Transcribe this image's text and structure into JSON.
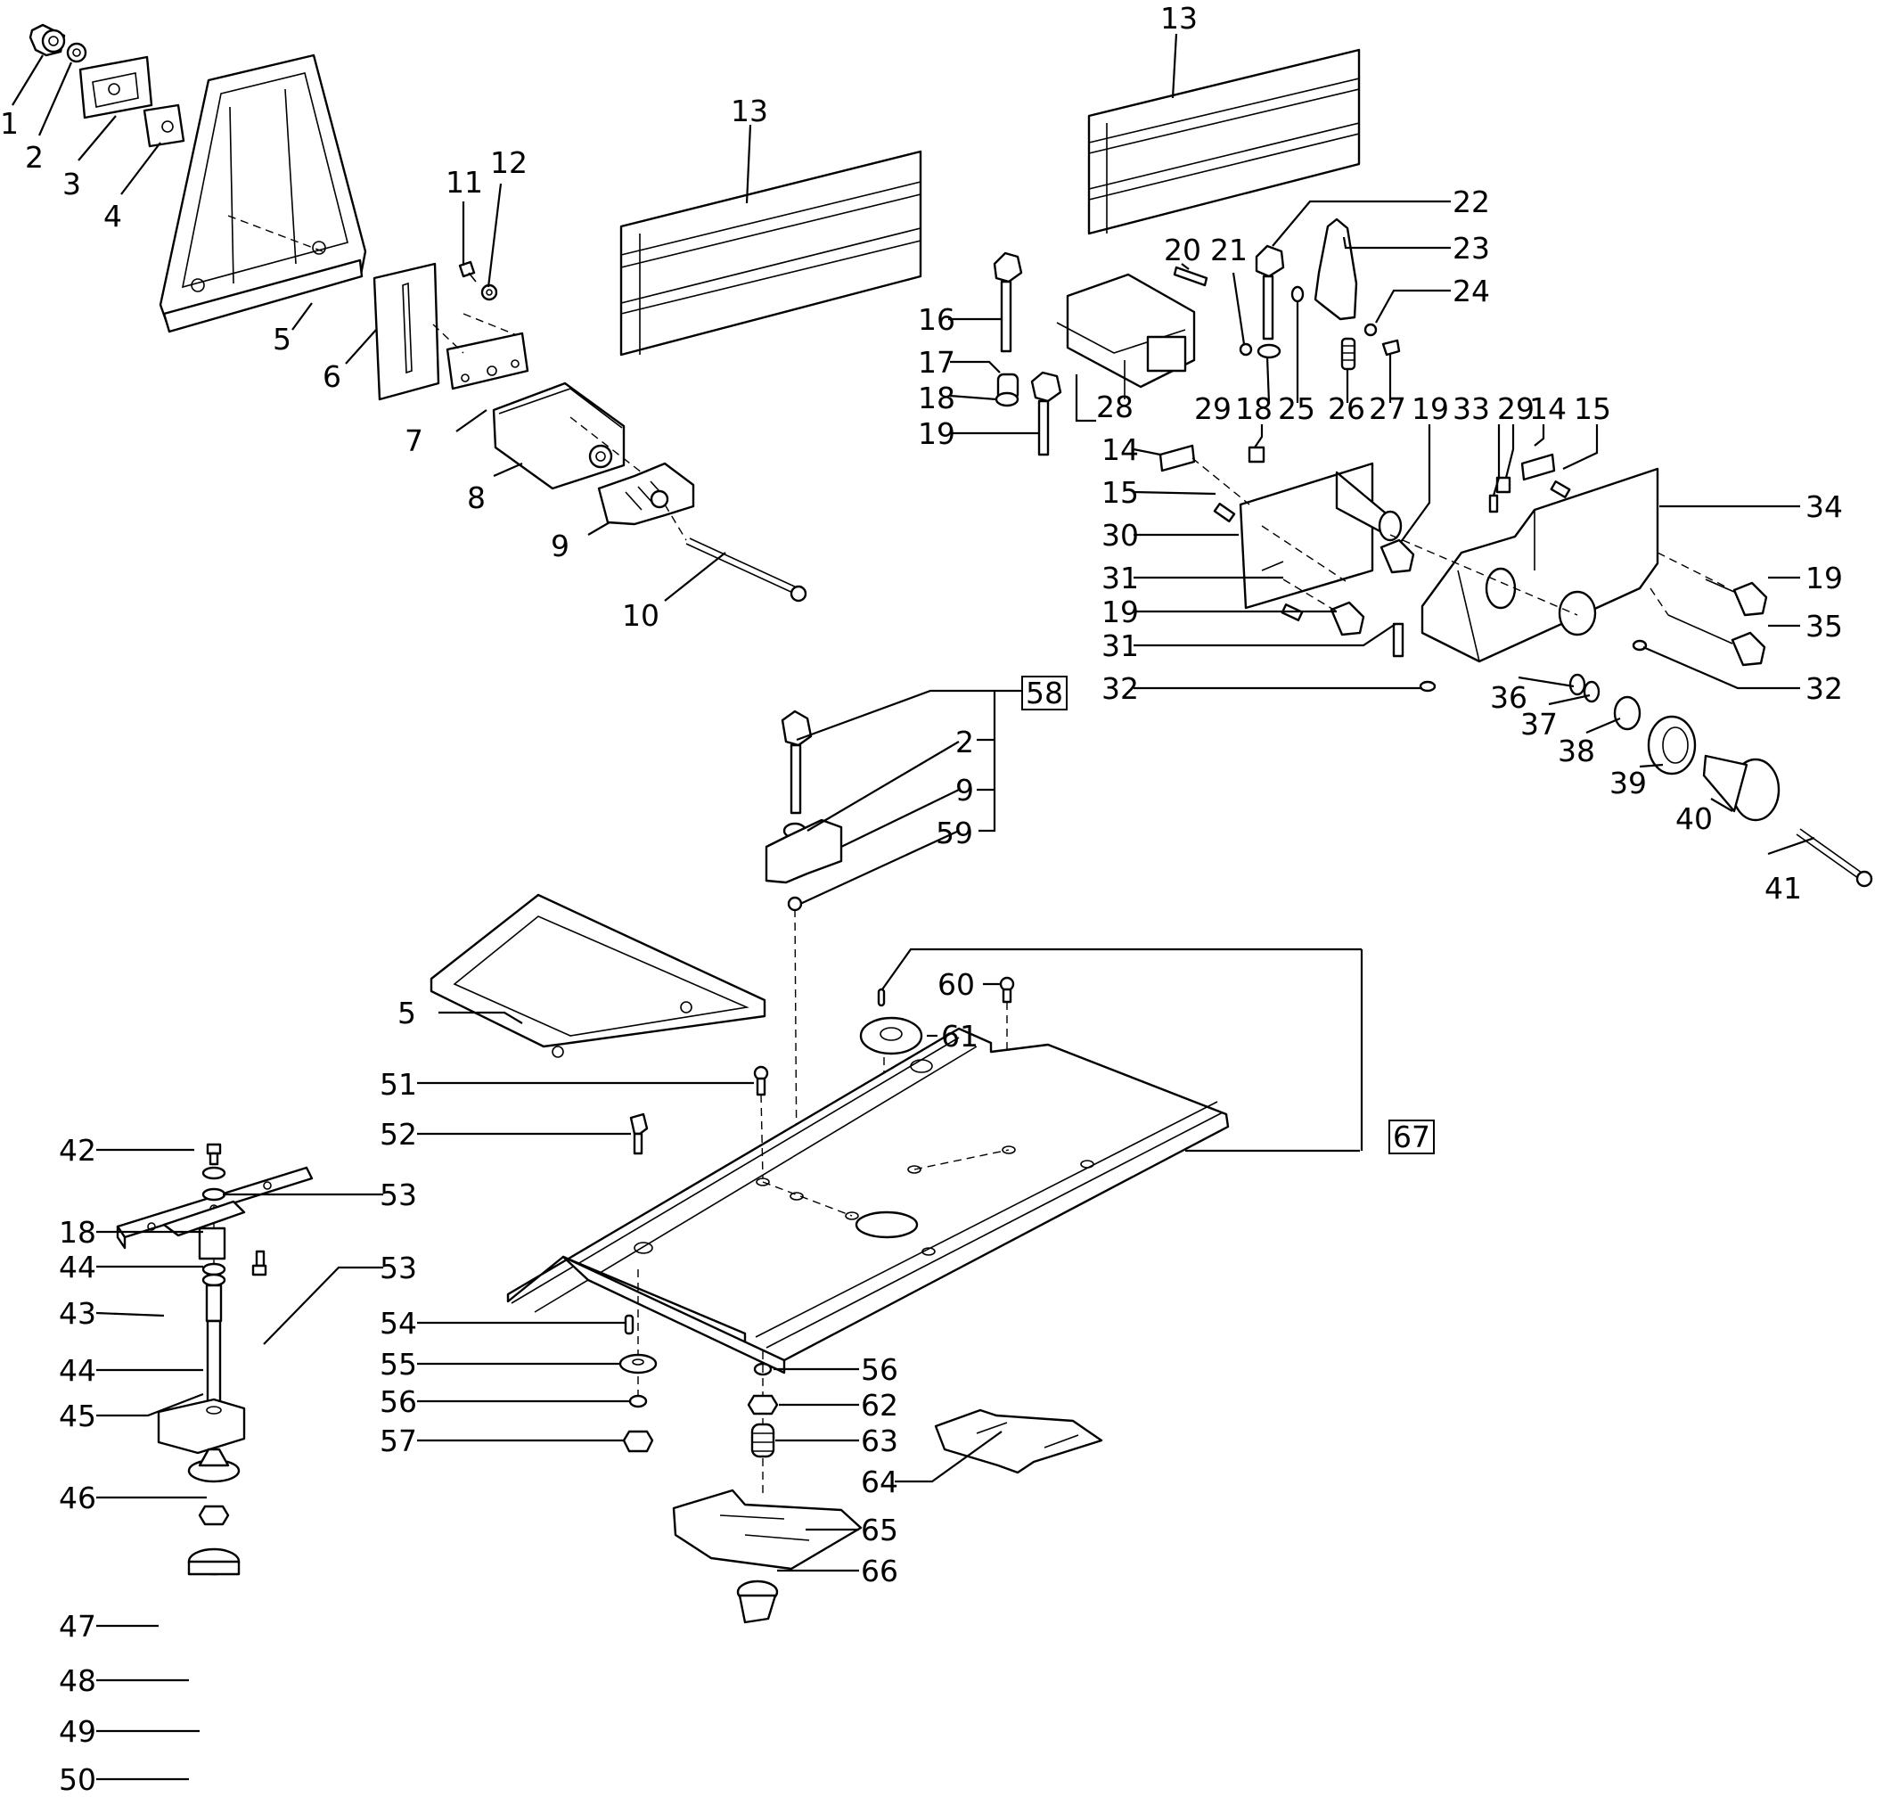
{
  "diagram": {
    "type": "exploded-parts-diagram",
    "subject": "router table / guide rail attachment assembly",
    "accent_color": "#000000",
    "background_color": "#ffffff",
    "labels": [
      {
        "id": "l1",
        "text": "1"
      },
      {
        "id": "l2",
        "text": "2"
      },
      {
        "id": "l3",
        "text": "3"
      },
      {
        "id": "l4",
        "text": "4"
      },
      {
        "id": "l5a",
        "text": "5"
      },
      {
        "id": "l6",
        "text": "6"
      },
      {
        "id": "l7",
        "text": "7"
      },
      {
        "id": "l8",
        "text": "8"
      },
      {
        "id": "l9a",
        "text": "9"
      },
      {
        "id": "l10",
        "text": "10"
      },
      {
        "id": "l11",
        "text": "11"
      },
      {
        "id": "l12",
        "text": "12"
      },
      {
        "id": "l13a",
        "text": "13"
      },
      {
        "id": "l13b",
        "text": "13"
      },
      {
        "id": "l16",
        "text": "16"
      },
      {
        "id": "l17",
        "text": "17"
      },
      {
        "id": "l18a",
        "text": "18"
      },
      {
        "id": "l19a",
        "text": "19"
      },
      {
        "id": "l20",
        "text": "20"
      },
      {
        "id": "l21",
        "text": "21"
      },
      {
        "id": "l22",
        "text": "22"
      },
      {
        "id": "l23",
        "text": "23"
      },
      {
        "id": "l24",
        "text": "24"
      },
      {
        "id": "l28",
        "text": "28"
      },
      {
        "id": "l29a",
        "text": "29"
      },
      {
        "id": "l18b",
        "text": "18"
      },
      {
        "id": "l25",
        "text": "25"
      },
      {
        "id": "l26",
        "text": "26"
      },
      {
        "id": "l27",
        "text": "27"
      },
      {
        "id": "l19b",
        "text": "19"
      },
      {
        "id": "l33",
        "text": "33"
      },
      {
        "id": "l29b",
        "text": "29"
      },
      {
        "id": "l14b",
        "text": "14"
      },
      {
        "id": "l15b",
        "text": "15"
      },
      {
        "id": "l14a",
        "text": "14"
      },
      {
        "id": "l15a",
        "text": "15"
      },
      {
        "id": "l30",
        "text": "30"
      },
      {
        "id": "l31a",
        "text": "31"
      },
      {
        "id": "l19c",
        "text": "19"
      },
      {
        "id": "l31b",
        "text": "31"
      },
      {
        "id": "l32a",
        "text": "32"
      },
      {
        "id": "l34",
        "text": "34"
      },
      {
        "id": "l19d",
        "text": "19"
      },
      {
        "id": "l35",
        "text": "35"
      },
      {
        "id": "l32b",
        "text": "32"
      },
      {
        "id": "l36",
        "text": "36"
      },
      {
        "id": "l37",
        "text": "37"
      },
      {
        "id": "l38",
        "text": "38"
      },
      {
        "id": "l39",
        "text": "39"
      },
      {
        "id": "l40",
        "text": "40"
      },
      {
        "id": "l41",
        "text": "41"
      },
      {
        "id": "l58",
        "text": "58"
      },
      {
        "id": "l2b",
        "text": "2"
      },
      {
        "id": "l9b",
        "text": "9"
      },
      {
        "id": "l59",
        "text": "59"
      },
      {
        "id": "l5b",
        "text": "5"
      },
      {
        "id": "l60",
        "text": "60"
      },
      {
        "id": "l61",
        "text": "61"
      },
      {
        "id": "l67",
        "text": "67"
      },
      {
        "id": "l51",
        "text": "51"
      },
      {
        "id": "l52",
        "text": "52"
      },
      {
        "id": "l42",
        "text": "42"
      },
      {
        "id": "l53a",
        "text": "53"
      },
      {
        "id": "l18c",
        "text": "18"
      },
      {
        "id": "l44a",
        "text": "44"
      },
      {
        "id": "l53b",
        "text": "53"
      },
      {
        "id": "l43",
        "text": "43"
      },
      {
        "id": "l44b",
        "text": "44"
      },
      {
        "id": "l45",
        "text": "45"
      },
      {
        "id": "l46",
        "text": "46"
      },
      {
        "id": "l47",
        "text": "47"
      },
      {
        "id": "l48",
        "text": "48"
      },
      {
        "id": "l49",
        "text": "49"
      },
      {
        "id": "l50",
        "text": "50"
      },
      {
        "id": "l54",
        "text": "54"
      },
      {
        "id": "l55",
        "text": "55"
      },
      {
        "id": "l56a",
        "text": "56"
      },
      {
        "id": "l57",
        "text": "57"
      },
      {
        "id": "l56b",
        "text": "56"
      },
      {
        "id": "l62",
        "text": "62"
      },
      {
        "id": "l63",
        "text": "63"
      },
      {
        "id": "l64",
        "text": "64"
      },
      {
        "id": "l65",
        "text": "65"
      },
      {
        "id": "l66",
        "text": "66"
      }
    ],
    "kit_groups": [
      {
        "kit": "58",
        "members": [
          "2",
          "9",
          "59"
        ]
      },
      {
        "kit": "67",
        "members": [
          "60",
          "61"
        ]
      }
    ]
  }
}
